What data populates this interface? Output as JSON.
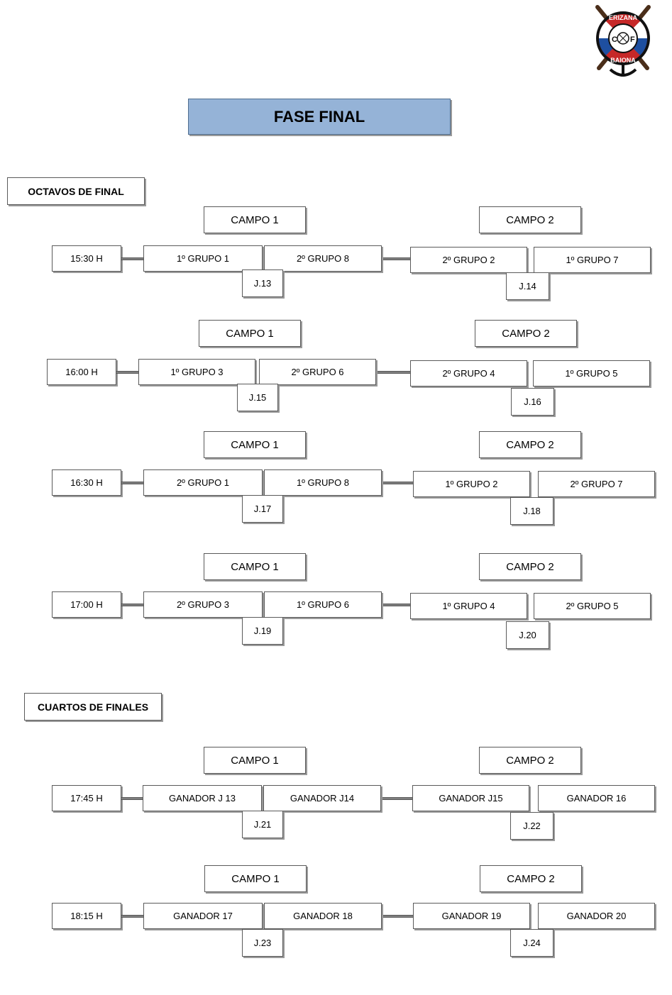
{
  "logo": {
    "top_text": "ERIZANA",
    "bottom_text": "BAIONA",
    "letters": [
      "C",
      "F"
    ]
  },
  "title": "FASE FINAL",
  "sections": {
    "octavos": "OCTAVOS DE FINAL",
    "cuartos": "CUARTOS DE FINALES"
  },
  "rounds": [
    {
      "campo1": "CAMPO 1",
      "campo2": "CAMPO 2",
      "time": "15:30  H",
      "m1": {
        "home": "1º GRUPO 1",
        "away": "2º GRUPO 8",
        "game": "J.13"
      },
      "m2": {
        "home": "2º GRUPO 2",
        "away": "1º GRUPO 7",
        "game": "J.14"
      }
    },
    {
      "campo1": "CAMPO 1",
      "campo2": "CAMPO 2",
      "time": "16:00 H",
      "m1": {
        "home": "1º GRUPO 3",
        "away": "2º GRUPO 6",
        "game": "J.15"
      },
      "m2": {
        "home": "2º GRUPO 4",
        "away": "1º GRUPO 5",
        "game": "J.16"
      }
    },
    {
      "campo1": "CAMPO 1",
      "campo2": "CAMPO 2",
      "time": "16:30 H",
      "m1": {
        "home": "2º GRUPO 1",
        "away": "1º GRUPO 8",
        "game": "J.17"
      },
      "m2": {
        "home": "1º GRUPO 2",
        "away": "2º GRUPO 7",
        "game": "J.18"
      }
    },
    {
      "campo1": "CAMPO 1",
      "campo2": "CAMPO 2",
      "time": "17:00 H",
      "m1": {
        "home": "2º GRUPO 3",
        "away": "1º GRUPO 6",
        "game": "J.19"
      },
      "m2": {
        "home": "1º GRUPO 4",
        "away": "2º GRUPO 5",
        "game": "J.20"
      }
    },
    {
      "campo1": "CAMPO 1",
      "campo2": "CAMPO 2",
      "time": "17:45 H",
      "m1": {
        "home": "GANADOR J 13",
        "away": "GANADOR J14",
        "game": "J.21"
      },
      "m2": {
        "home": "GANADOR J15",
        "away": "GANADOR 16",
        "game": "J.22"
      }
    },
    {
      "campo1": "CAMPO 1",
      "campo2": "CAMPO 2",
      "time": "18:15 H",
      "m1": {
        "home": "GANADOR 17",
        "away": "GANADOR 18",
        "game": "J.23"
      },
      "m2": {
        "home": "GANADOR 19",
        "away": "GANADOR 20",
        "game": "J.24"
      }
    }
  ]
}
